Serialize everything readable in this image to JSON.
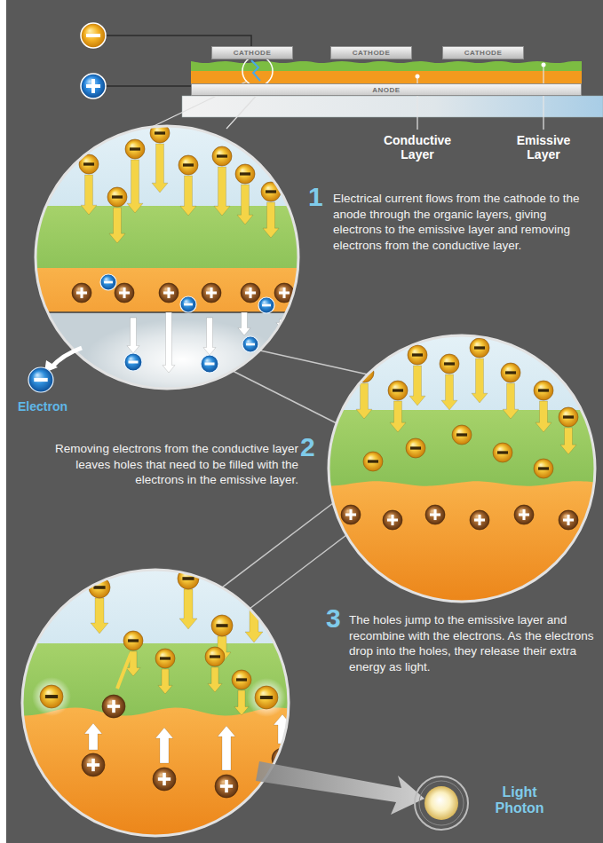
{
  "diagram": {
    "nodes": [
      {
        "text": [
          "CATHODE"
        ]
      },
      {
        "text": [
          "CATHODE"
        ]
      },
      {
        "text": [
          "CATHODE"
        ]
      },
      {
        "text": [
          "ANODE"
        ]
      }
    ],
    "labels": [
      "Conductive Layer",
      "Emissive Layer",
      "1",
      "Electrical current flows from the cathode to the anode through the organic layers, giving electrons to the emissive layer and removing electrons from the conductive layer.",
      "2",
      "Removing electrons from the conductive layer leaves holes that need to be filled with the electrons in the emissive layer.",
      "3",
      "The holes jump to the emissive layer and recombine with the electrons. As the electrons drop into the holes, they release their extra energy as light.",
      "Electron",
      "Light Photon"
    ]
  }
}
